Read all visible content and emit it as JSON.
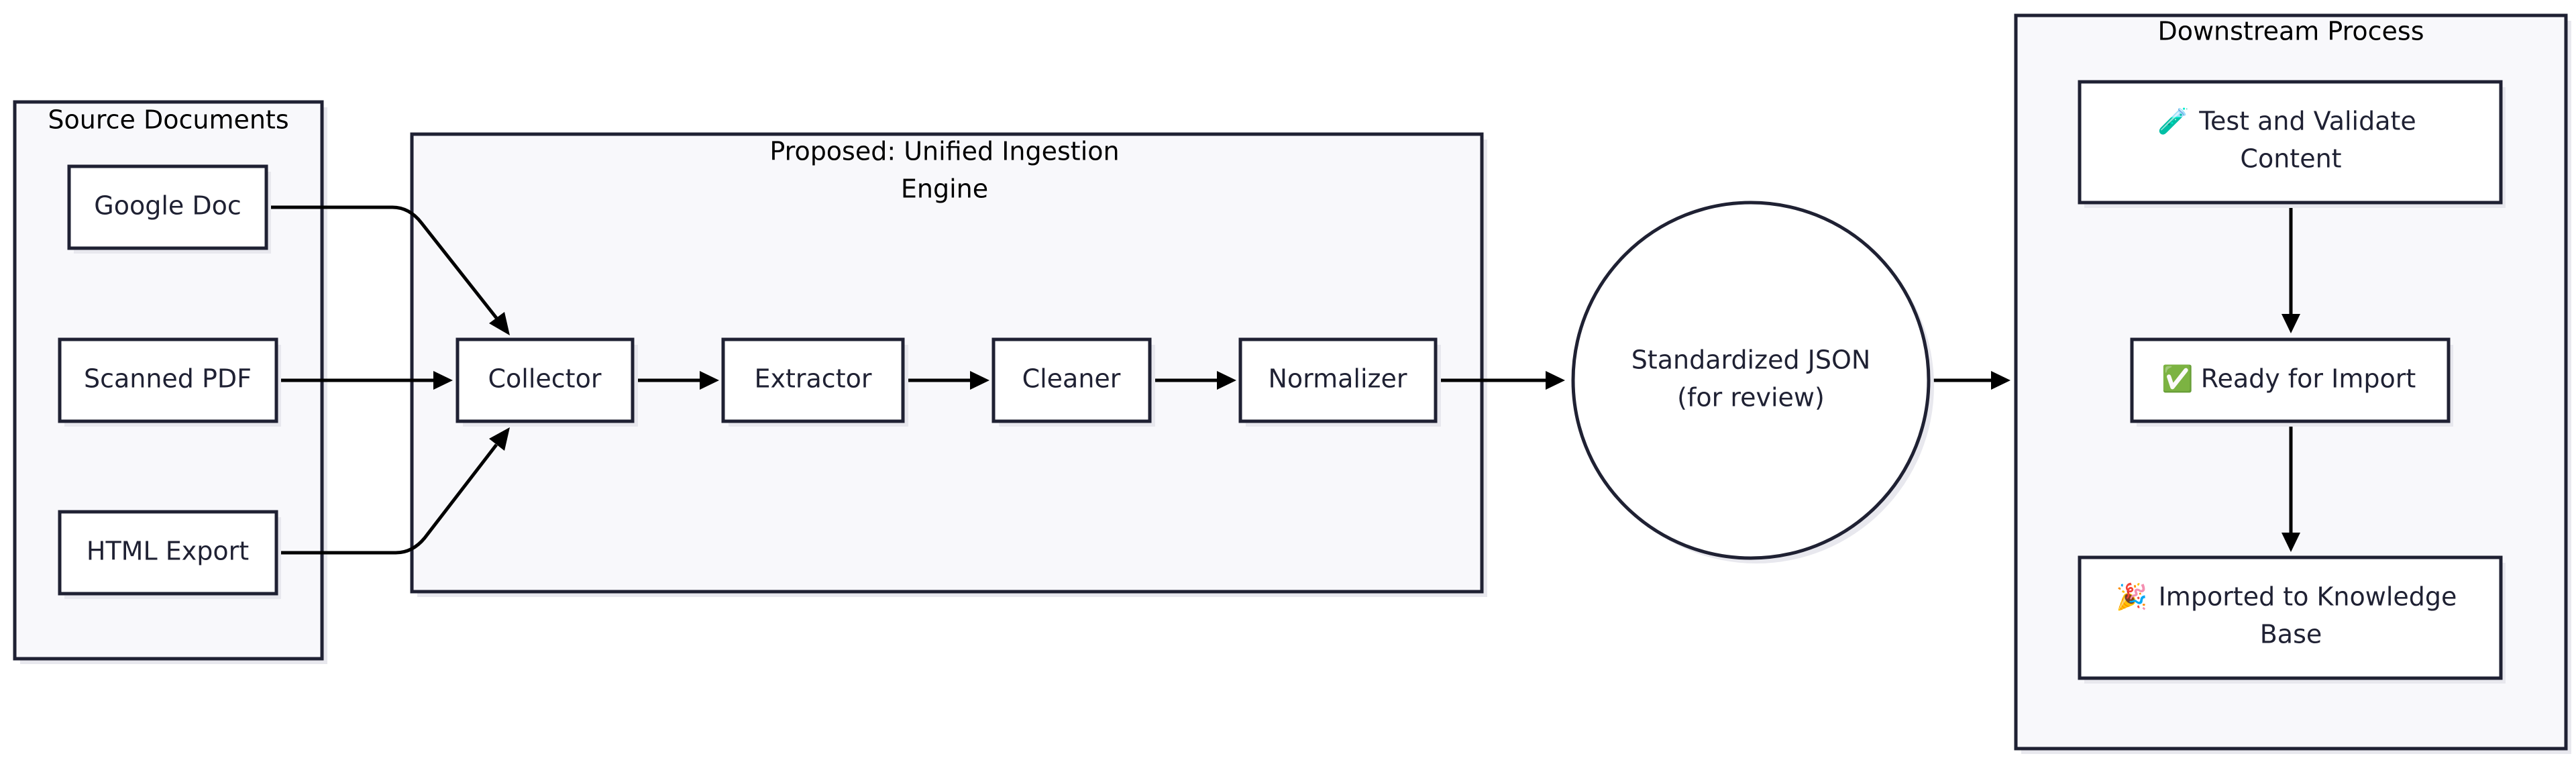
{
  "clusters": {
    "sources": {
      "title": "Source Documents"
    },
    "engine": {
      "title_line1": "Proposed: Unified Ingestion",
      "title_line2": "Engine"
    },
    "downstream": {
      "title": "Downstream Process"
    }
  },
  "nodes": {
    "google_doc": {
      "label": "Google Doc"
    },
    "scanned_pdf": {
      "label": "Scanned PDF"
    },
    "html_export": {
      "label": "HTML Export"
    },
    "collector": {
      "label": "Collector"
    },
    "extractor": {
      "label": "Extractor"
    },
    "cleaner": {
      "label": "Cleaner"
    },
    "normalizer": {
      "label": "Normalizer"
    },
    "standardized_json": {
      "line1": "Standardized JSON",
      "line2": "(for review)"
    },
    "test_validate": {
      "icon": "test-tube-icon",
      "glyph": "🧪",
      "line1": "Test and Validate",
      "line2": "Content"
    },
    "ready_import": {
      "icon": "check-mark-button-icon",
      "glyph": "✅",
      "label": "Ready for Import"
    },
    "imported_kb": {
      "icon": "party-popper-icon",
      "glyph": "🎉",
      "line1": "Imported to Knowledge",
      "line2": "Base"
    }
  },
  "colors": {
    "stroke": "#1f2133",
    "cluster_fill": "#f8f8fb",
    "node_fill": "#ffffff",
    "edge": "#000000"
  }
}
